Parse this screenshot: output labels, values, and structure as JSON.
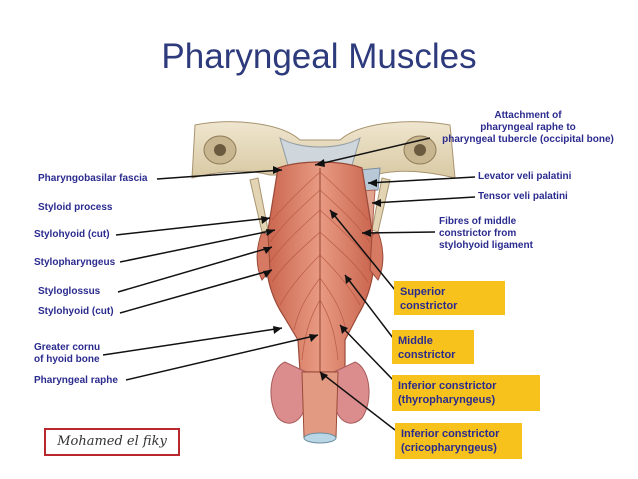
{
  "title": "Pharyngeal Muscles",
  "labels": {
    "attachment": [
      "Attachment of",
      "pharyngeal raphe to",
      "pharyngeal tubercle (occipital bone)"
    ],
    "pharyngobasilar": "Pharyngobasilar fascia",
    "levator": "Levator veli palatini",
    "tensor": "Tensor veli palatini",
    "styloid": "Styloid process",
    "fibres": [
      "Fibres of middle",
      "constrictor from",
      "stylohyoid ligament"
    ],
    "stylohyoid_cut_1": "Stylohyoid (cut)",
    "stylopharyngeus": "Stylopharyngeus",
    "styloglossus": "Styloglossus",
    "stylohyoid_cut_2": "Stylohyoid (cut)",
    "greater_cornu": [
      "Greater cornu",
      "of hyoid bone"
    ],
    "pharyngeal_raphe": "Pharyngeal raphe"
  },
  "boxes": {
    "superior": [
      "Superior",
      "constrictor"
    ],
    "middle": [
      "Middle",
      "constrictor"
    ],
    "inferior_thyro": [
      "Inferior constrictor",
      "(thyropharyngeus)"
    ],
    "inferior_crico": [
      "Inferior constrictor",
      "(cricopharyngeus)"
    ]
  },
  "signature": "Mohamed el fiky",
  "colors": {
    "title": "#2d3a7c",
    "label_text": "#2b2b8f",
    "box_fill": "#f7c21b",
    "muscle": "#d9806b",
    "muscle_dark": "#b85a45",
    "bone": "#e8dcc0",
    "gland": "#d98a8a",
    "signature_border": "#b8282c"
  }
}
